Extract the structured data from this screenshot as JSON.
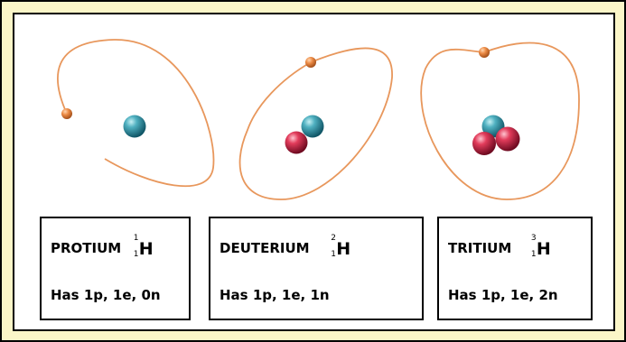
{
  "isotopes": [
    {
      "name": "PROTIUM",
      "symbol": "H",
      "mass_number": "1",
      "atomic_number": "1",
      "description": "Has 1p, 1e, 0n",
      "protons": 1,
      "neutrons": 0,
      "electrons": 1
    },
    {
      "name": "DEUTERIUM",
      "symbol": "H",
      "mass_number": "2",
      "atomic_number": "1",
      "description": "Has 1p, 1e, 1n",
      "protons": 1,
      "neutrons": 1,
      "electrons": 1
    },
    {
      "name": "TRITIUM",
      "symbol": "H",
      "mass_number": "3",
      "atomic_number": "1",
      "description": "Has 1p, 1e, 2n",
      "protons": 1,
      "neutrons": 2,
      "electrons": 1
    }
  ],
  "colors": {
    "background": "#fbf6c8",
    "orbit": "#e8975c",
    "electron": "#e07a35",
    "neutron": "#2c8ea0",
    "proton": "#c8203f"
  }
}
